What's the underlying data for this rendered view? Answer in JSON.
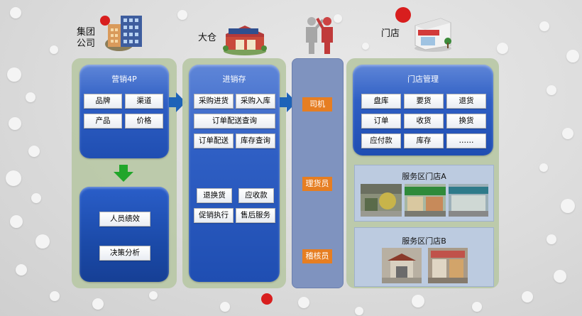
{
  "headers": {
    "group_company": "集团\n公司",
    "warehouse": "大仓",
    "store": "门店"
  },
  "marketing": {
    "title": "营销4P",
    "items": [
      "品牌",
      "渠道",
      "产品",
      "价格"
    ]
  },
  "decision": {
    "items": [
      "人员绩效",
      "决策分析"
    ]
  },
  "inventory": {
    "title": "进销存",
    "items": [
      "采购进货",
      "采购入库",
      "订单配送查询",
      "订单配送",
      "库存查询",
      "退换货",
      "应收款",
      "促销执行",
      "售后服务"
    ]
  },
  "roles": [
    "司机",
    "理货员",
    "稽核员"
  ],
  "store_mgmt": {
    "title": "门店管理",
    "items": [
      "盘库",
      "要货",
      "退货",
      "订单",
      "收货",
      "换货",
      "应付款",
      "库存",
      "……"
    ]
  },
  "service_a": {
    "title": "服务区门店A"
  },
  "service_b": {
    "title": "服务区门店B"
  },
  "colors": {
    "panel_green": "#b9c8a8",
    "blue": "#2f5fc4",
    "orange": "#e67e22",
    "arrow_blue": "#1d63b8",
    "arrow_green": "#21a62a"
  },
  "icons": [
    "office-building-icon",
    "warehouse-icon",
    "people-handshake-icon",
    "store-icon"
  ]
}
